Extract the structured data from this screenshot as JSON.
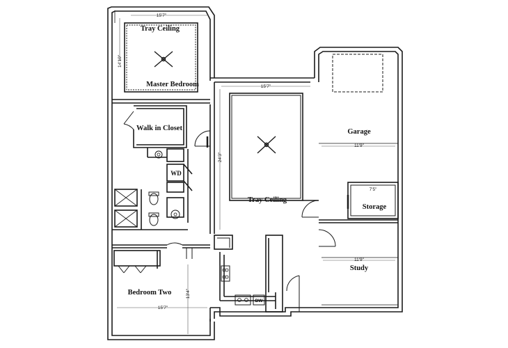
{
  "rooms": {
    "master_tray": "Tray Ceiling",
    "master_bedroom": "Master Bedroom",
    "walk_in_closet": "Walk in Closet",
    "washer_dryer": "WD",
    "great_room_tray": "Tray Ceiling",
    "garage": "Garage",
    "storage": "Storage",
    "study": "Study",
    "bedroom_two": "Bedroom Two",
    "dishwasher": "DW"
  },
  "dimensions": {
    "master_width": "15'7\"",
    "master_depth": "14'10\"",
    "great_room_width": "15'7\"",
    "great_room_depth": "24'3\"",
    "garage_width": "11'9\"",
    "storage_width": "7'5\"",
    "study_width": "11'9\"",
    "bedroom_two_width": "15'7\"",
    "bedroom_two_depth": "13'4\""
  }
}
